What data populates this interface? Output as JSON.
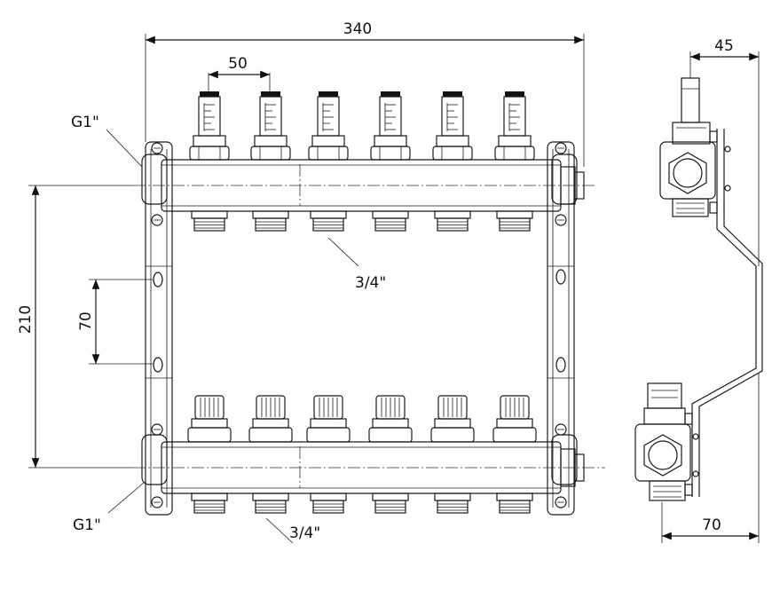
{
  "dimensions": {
    "total_width": "340",
    "outlet_spacing": "50",
    "side_depth_top": "45",
    "header_spacing": "210",
    "bracket_hole_spacing": "70",
    "side_depth_bottom": "70"
  },
  "connections": {
    "main_top": "G1\"",
    "main_bottom": "G1\"",
    "outlet_top": "3/4\"",
    "outlet_bottom": "3/4\""
  }
}
